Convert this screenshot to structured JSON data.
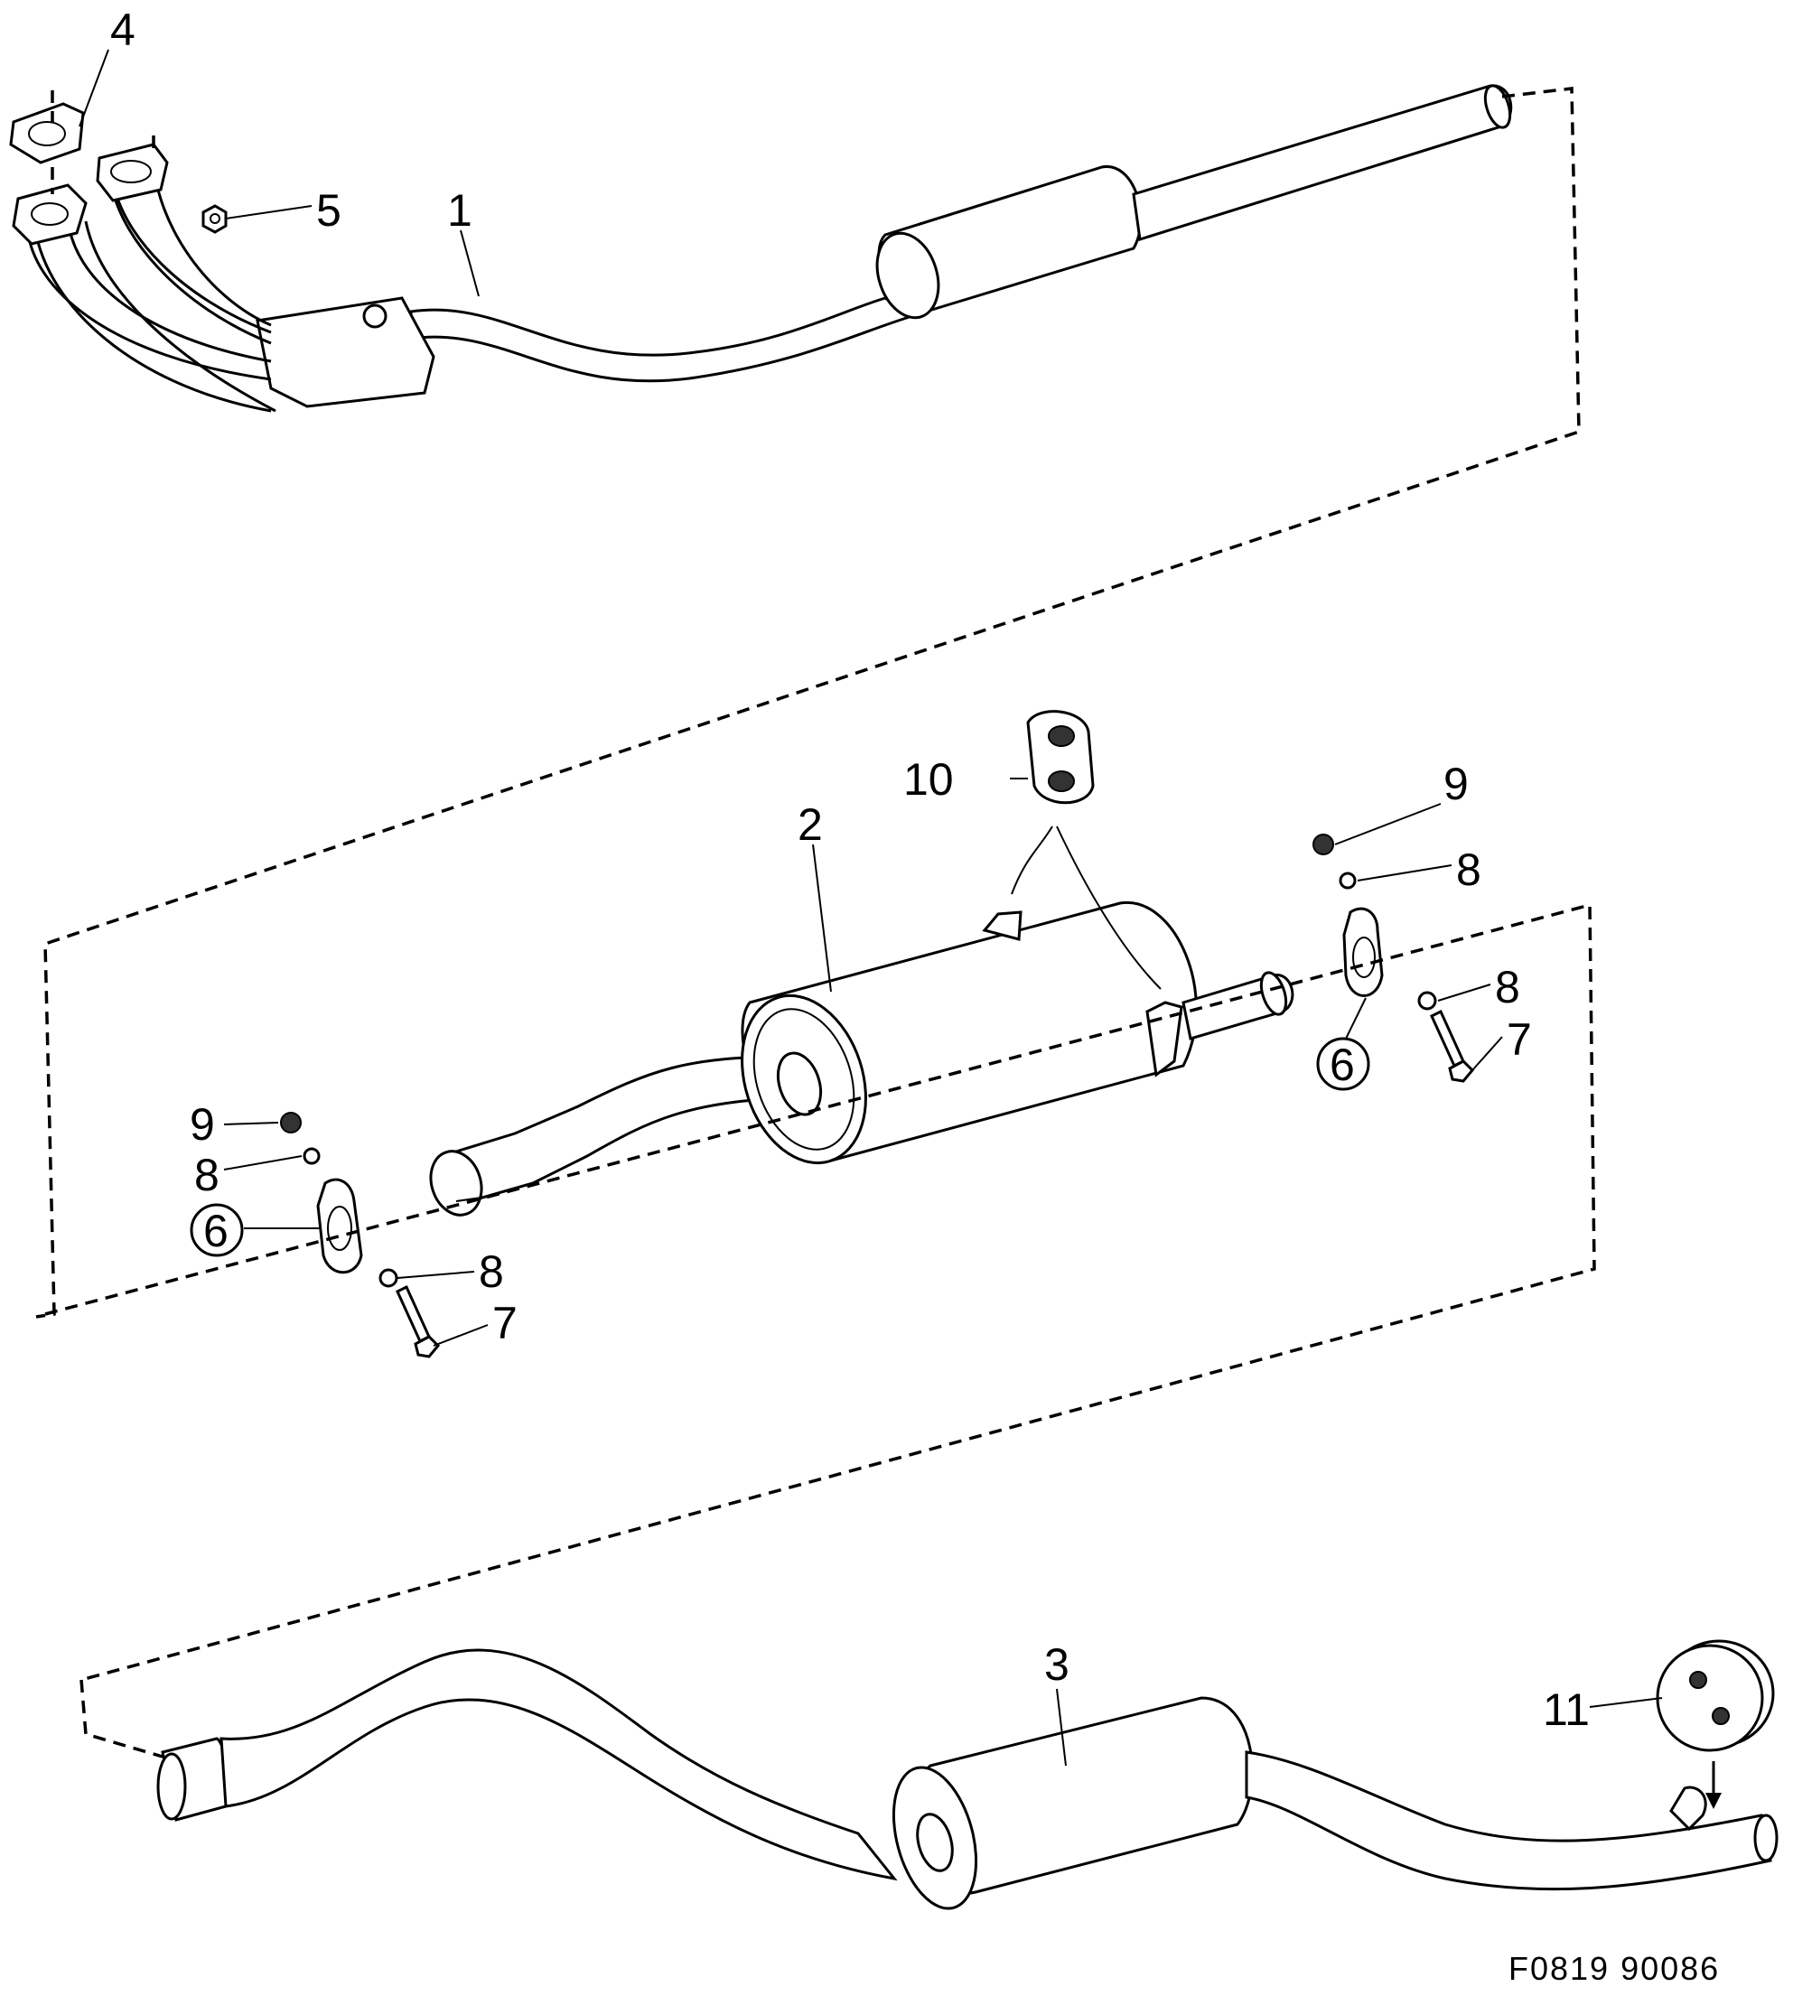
{
  "diagram": {
    "figure_id": "F0819 90086",
    "parts": [
      {
        "id": "1"
      },
      {
        "id": "2"
      },
      {
        "id": "3"
      },
      {
        "id": "4"
      },
      {
        "id": "5"
      },
      {
        "id": "6"
      },
      {
        "id": "7"
      },
      {
        "id": "8"
      },
      {
        "id": "9"
      },
      {
        "id": "10"
      },
      {
        "id": "11"
      }
    ]
  }
}
